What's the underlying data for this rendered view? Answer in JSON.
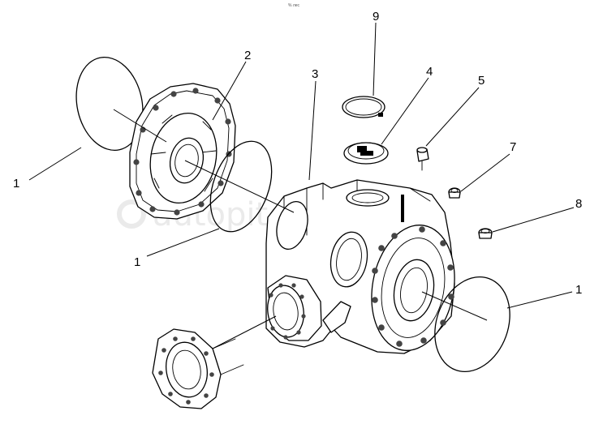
{
  "watermark": "autopiter.ru",
  "corner_mark": "% лес",
  "callouts": [
    {
      "id": "o-ring-left",
      "text": "1"
    },
    {
      "id": "cover",
      "text": "2"
    },
    {
      "id": "housing",
      "text": "3"
    },
    {
      "id": "washer",
      "text": "4"
    },
    {
      "id": "bleeder",
      "text": "5"
    },
    {
      "id": "plug-upper",
      "text": "7"
    },
    {
      "id": "plug-lower",
      "text": "8"
    },
    {
      "id": "snap-ring",
      "text": "9"
    },
    {
      "id": "o-ring-middle",
      "text": "1"
    },
    {
      "id": "o-ring-right",
      "text": "1"
    }
  ]
}
